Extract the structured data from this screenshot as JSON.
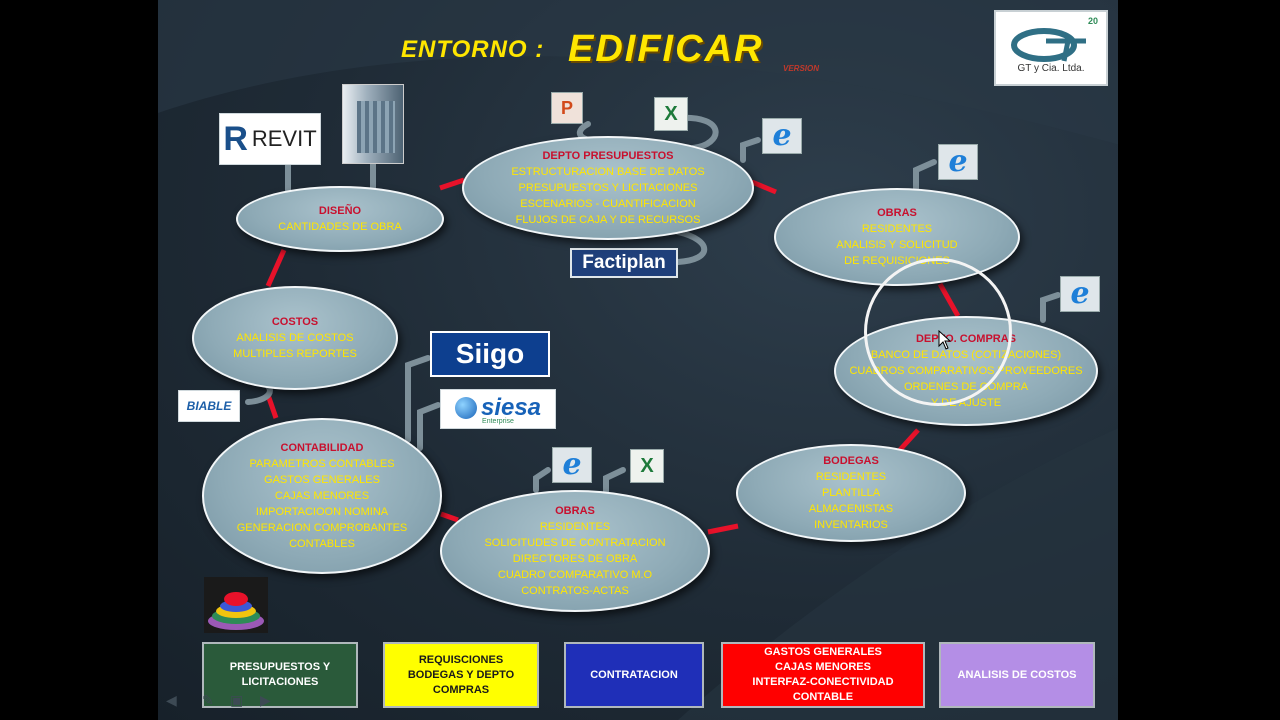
{
  "header": {
    "title_prefix": "ENTORNO :",
    "title_main": "EDIFICAR",
    "title_sub": "VERSION"
  },
  "company_logo": {
    "text": "GT y Cia. Ltda.",
    "badge": "20"
  },
  "nodes": {
    "presupuestos": {
      "heading": "DEPTO  PRESUPUESTOS",
      "lines": [
        "ESTRUCTURACION BASE DE DATOS",
        "PRESUPUESTOS Y LICITACIONES",
        "ESCENARIOS  - CUANTIFICACION",
        "FLUJOS DE CAJA Y DE RECURSOS"
      ]
    },
    "diseno": {
      "heading": "DISEÑO",
      "lines": [
        "CANTIDADES DE OBRA"
      ]
    },
    "obras_top": {
      "heading": "OBRAS",
      "lines": [
        "RESIDENTES",
        "ANALISIS Y SOLICITUD",
        "DE REQUISICIONES"
      ]
    },
    "compras": {
      "heading": "DEPTO. COMPRAS",
      "lines": [
        "BANCO DE DATOS (COTIZACIONES)",
        "CUADROS COMPARATIVOS PROVEEDORES",
        "ORDENES DE COMPRA",
        "Y DE AJUSTE"
      ]
    },
    "costos": {
      "heading": "COSTOS",
      "lines": [
        "ANALISIS DE COSTOS",
        "MULTIPLES REPORTES"
      ]
    },
    "contabilidad": {
      "heading": "CONTABILIDAD",
      "lines": [
        "PARAMETROS CONTABLES",
        "GASTOS GENERALES",
        "CAJAS MENORES",
        "IMPORTACIOON NOMINA",
        "GENERACION COMPROBANTES",
        "CONTABLES"
      ]
    },
    "obras_bottom": {
      "heading": "OBRAS",
      "lines": [
        "RESIDENTES",
        "SOLICITUDES DE CONTRATACION",
        "DIRECTORES DE OBRA",
        "CUADRO COMPARATIVO M.O",
        "CONTRATOS-ACTAS"
      ]
    },
    "bodegas": {
      "heading": "BODEGAS",
      "lines": [
        "RESIDENTES",
        "PLANTILLA",
        "ALMACENISTAS",
        "INVENTARIOS"
      ]
    }
  },
  "logos": {
    "revit": "REVIT",
    "factiplan": "Factiplan",
    "siigo": "Siigo",
    "siesa": "siesa",
    "siesa_sub": "Enterprise",
    "biable": "BIABLE"
  },
  "icons": {
    "ie": "e",
    "excel": "X",
    "powerpoint": "P"
  },
  "buttons": [
    {
      "label": "PRESUPUESTOS Y LICITACIONES",
      "bg": "#2a5a3a",
      "fg": "#ffffff"
    },
    {
      "label": "REQUISCIONES BODEGAS Y DEPTO COMPRAS",
      "bg": "#ffff00",
      "fg": "#1a1a1a"
    },
    {
      "label": "CONTRATACION",
      "bg": "#1f2fb8",
      "fg": "#ffffff"
    },
    {
      "label": "GASTOS GENERALES CAJAS MENORES INTERFAZ-CONECTIVIDAD CONTABLE",
      "bg": "#ff0000",
      "fg": "#ffffff"
    },
    {
      "label": "ANALISIS DE COSTOS",
      "bg": "#b48ee6",
      "fg": "#ffffff"
    }
  ],
  "colors": {
    "cycle_line": "#e8122a",
    "heading": "#c8102e",
    "text": "#ffe600"
  }
}
